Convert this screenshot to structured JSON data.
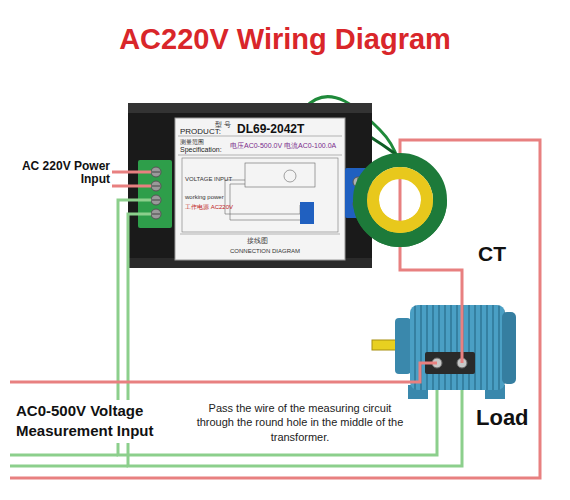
{
  "diagram": {
    "title": "AC220V Wiring Diagram",
    "nodes": [
      {
        "text": [
          "型 号",
          "PRODUCT:",
          "DL69-2042T",
          "测量范围",
          "Specification:",
          "电压AC0-500.0V 电流AC0-100.0A",
          "VOLTAGE INPUT",
          "working power",
          "工作电源 AC220V",
          "接线图",
          "CONNECTION DIAGRAM"
        ]
      }
    ],
    "labels": [
      "AC 220V Power Input",
      "CT",
      "AC0-500V Voltage Measurement Input",
      "Pass the wire of the measuring circuit through the round hole in the middle of the transformer.",
      "Load"
    ]
  }
}
